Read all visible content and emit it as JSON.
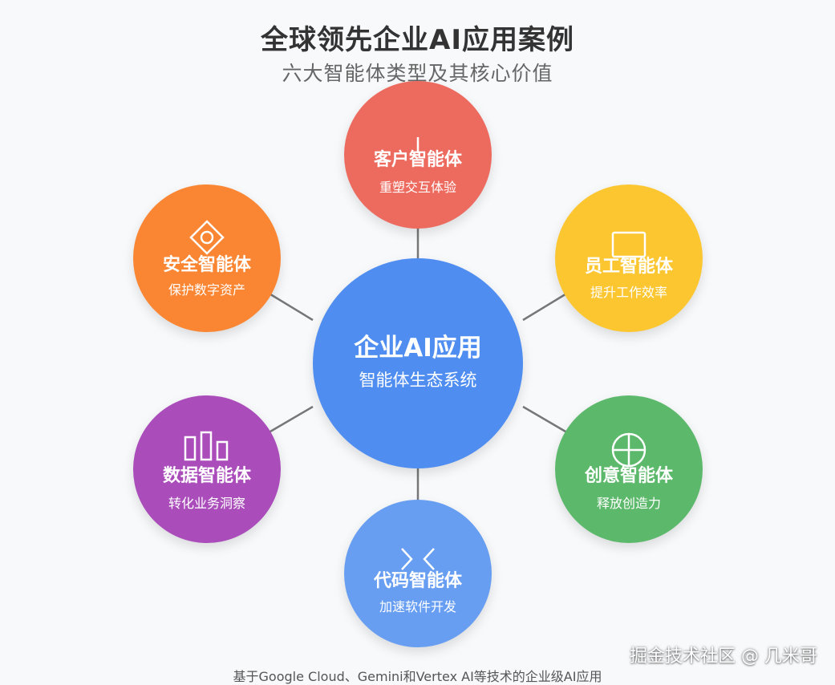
{
  "header": {
    "title": "全球领先企业AI应用案例",
    "subtitle": "六大智能体类型及其核心价值"
  },
  "center": {
    "title": "企业AI应用",
    "subtitle": "智能体生态系统",
    "color": "#4f8ef0"
  },
  "agents": [
    {
      "name": "客户智能体",
      "desc": "重塑交互体验",
      "color": "#ed6a5e"
    },
    {
      "name": "员工智能体",
      "desc": "提升工作效率",
      "color": "#fbc62f"
    },
    {
      "name": "创意智能体",
      "desc": "释放创造力",
      "color": "#5cb86a"
    },
    {
      "name": "代码智能体",
      "desc": "加速软件开发",
      "color": "#679ef2"
    },
    {
      "name": "数据智能体",
      "desc": "转化业务洞察",
      "color": "#aa4dbb"
    },
    {
      "name": "安全智能体",
      "desc": "保护数字资产",
      "color": "#fa8633"
    }
  ],
  "footer": "基于Google Cloud、Gemini和Vertex AI等技术的企业级AI应用",
  "watermark": "掘金技术社区 @ 几米哥"
}
